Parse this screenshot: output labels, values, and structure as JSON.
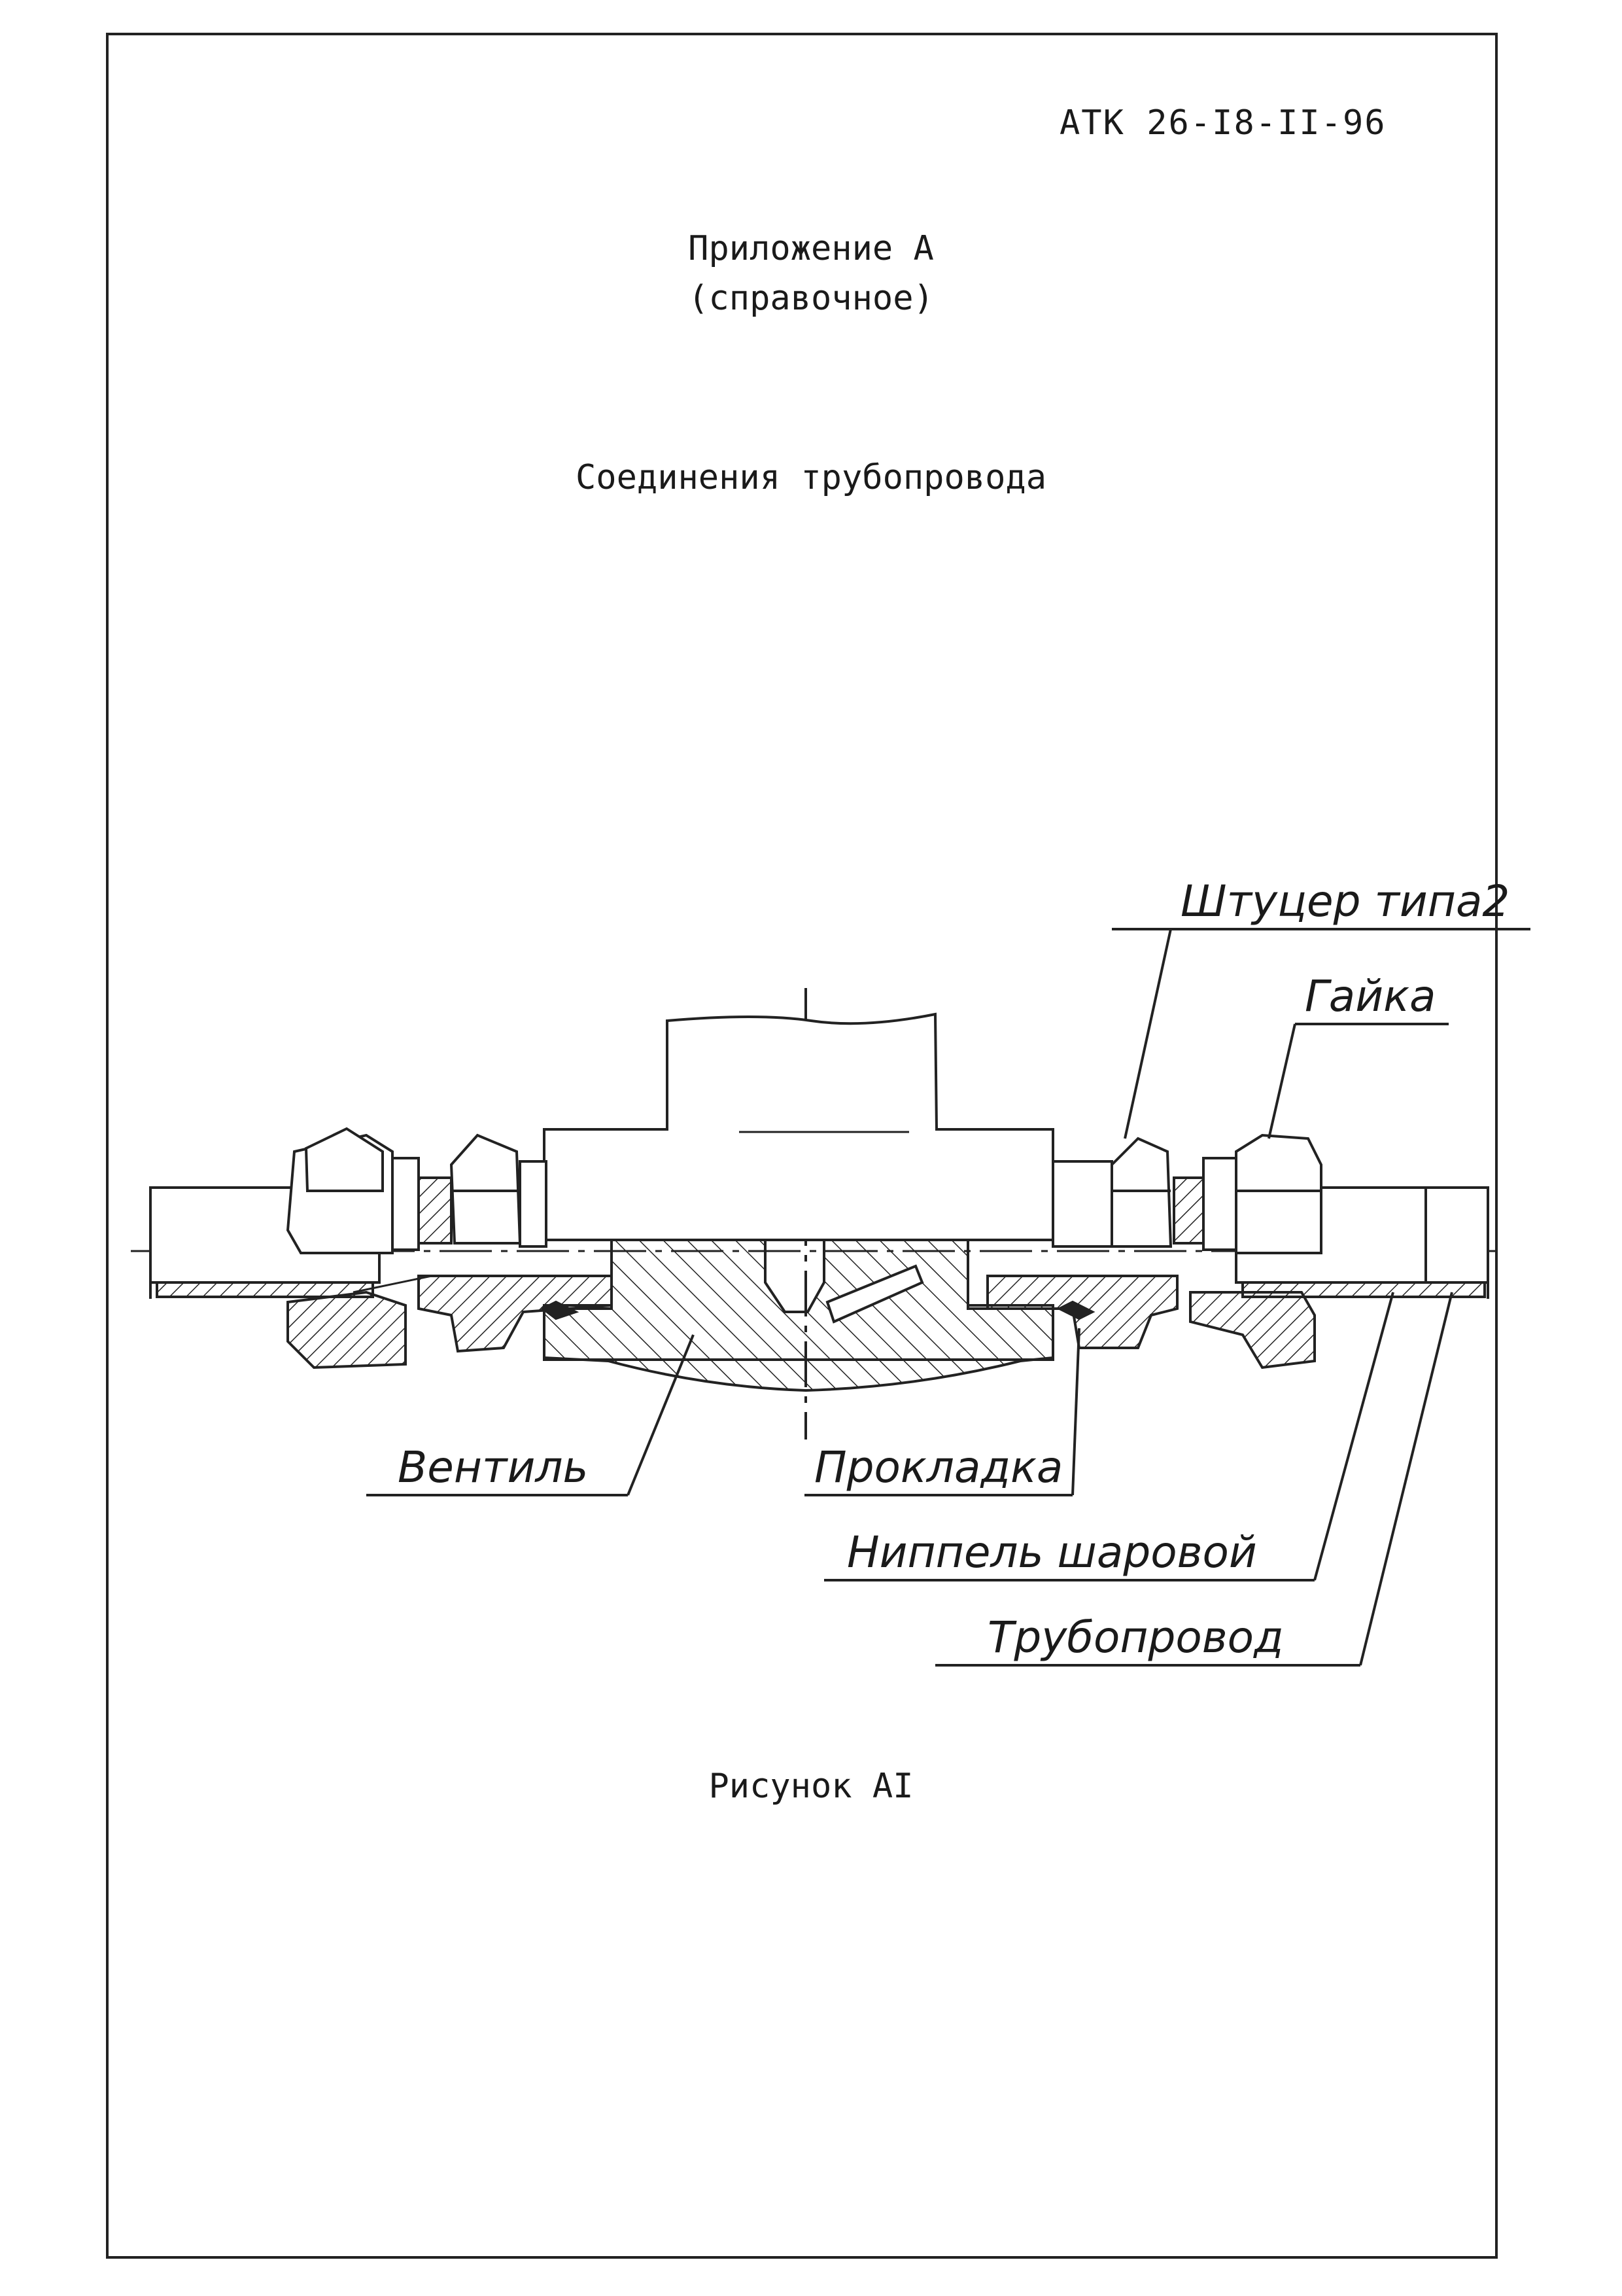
{
  "document_code": "АТК  26-I8-II-96",
  "appendix": {
    "title": "Приложение А",
    "subtitle": "(справочное)"
  },
  "section_title": "Соединения трубопровода",
  "drawing_labels": {
    "fitting": "Штуцер типа2",
    "nut": "Гайка",
    "valve": "Вентиль",
    "gasket": "Прокладка",
    "ball_nipple": "Ниппель шаровой",
    "pipeline": "Трубопровод"
  },
  "figure_caption": "Рисунок АI"
}
